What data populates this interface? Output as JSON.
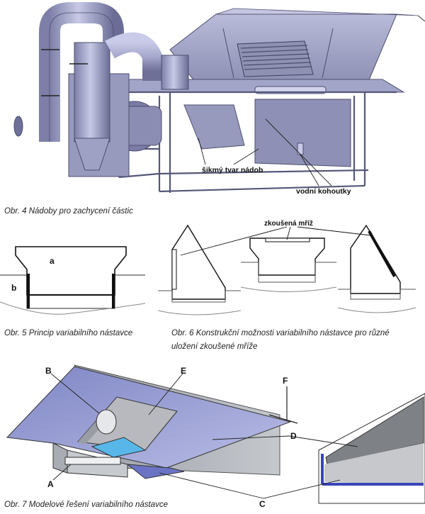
{
  "figure4": {
    "caption": "Obr. 4 Nádoby pro zachycení částic",
    "label_vessel": "šikmý tvar nádob",
    "label_taps": "vodní kohoutky"
  },
  "figure5": {
    "caption": "Obr. 5 Princip variabilního nástavce",
    "label_a": "a",
    "label_b": "b"
  },
  "figure6": {
    "caption_line1": "Obr. 6 Konstrukční možnosti variabilního nástavce pro různé",
    "caption_line2": "uložení zkoušené mříže",
    "label_grid": "zkoušená mříž"
  },
  "figure7": {
    "caption": "Obr. 7 Modelové řešení variabilního nástavce",
    "labels": {
      "A": "A",
      "B": "B",
      "C": "C",
      "D": "D",
      "E": "E",
      "F": "F"
    }
  }
}
